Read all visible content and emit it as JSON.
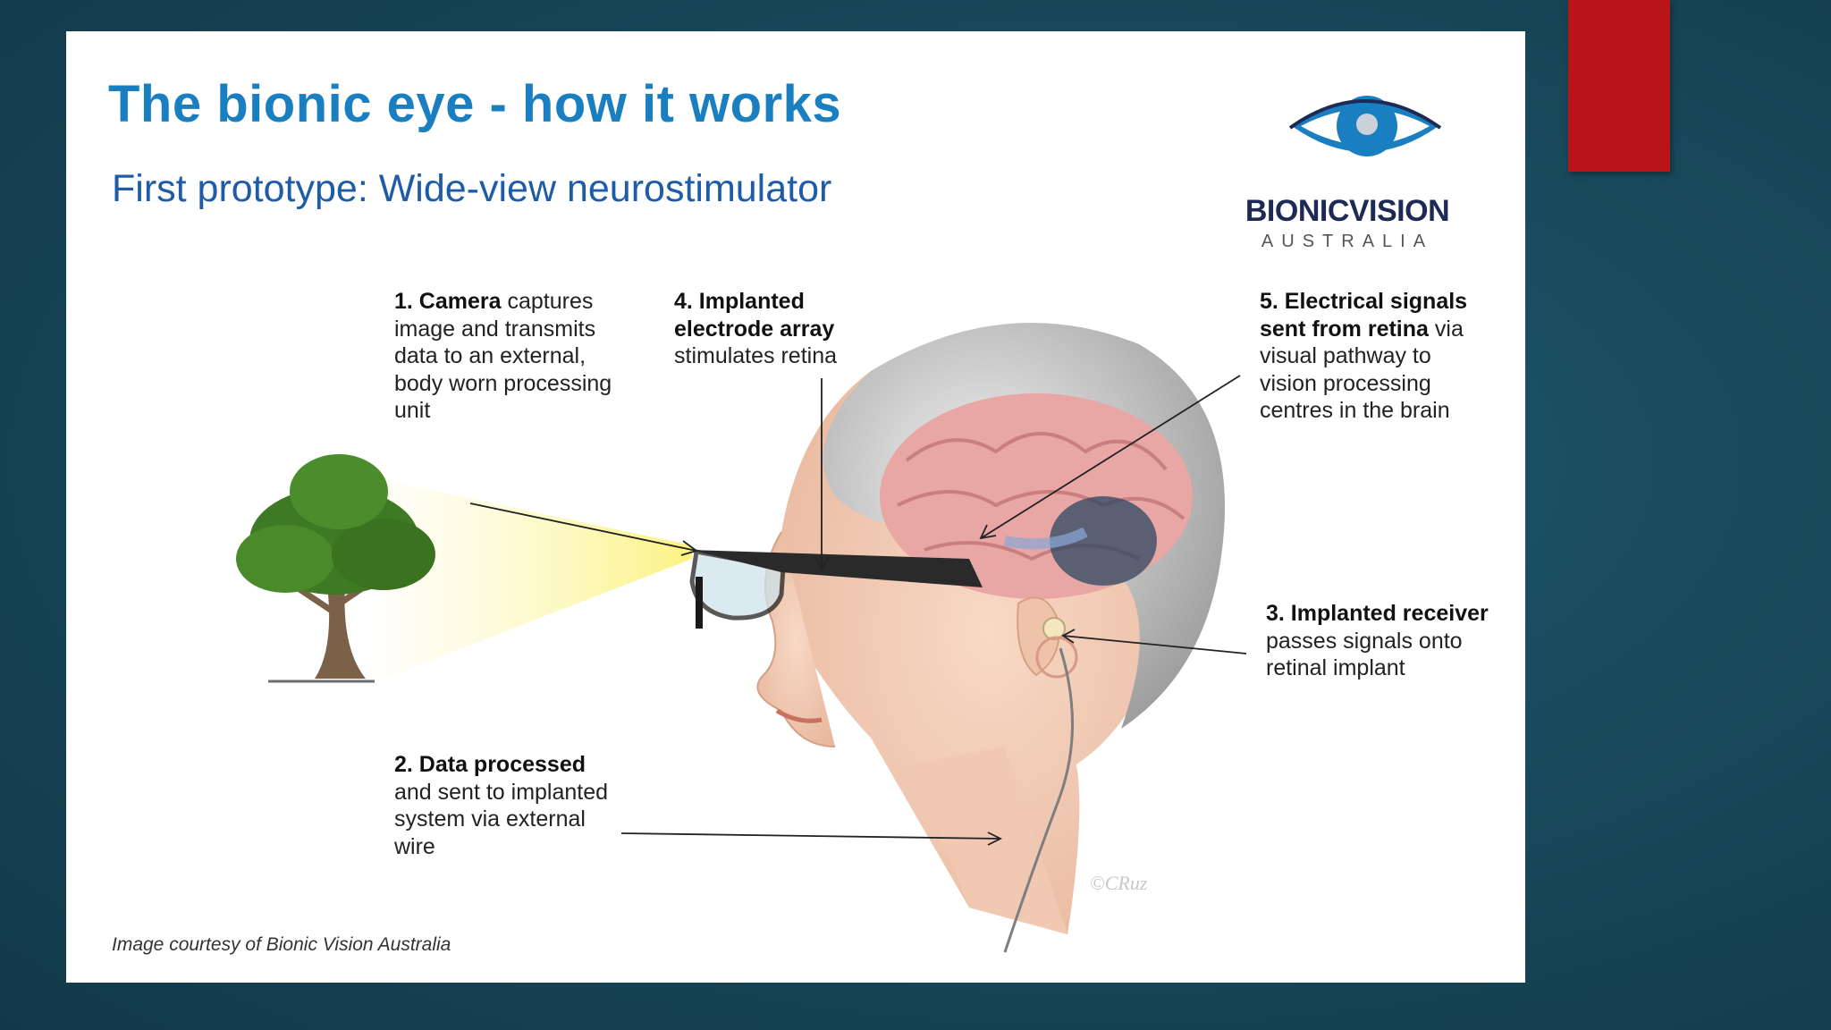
{
  "slide": {
    "title": "The bionic eye - how it works",
    "subtitle": "First prototype: Wide-view neurostimulator",
    "credit": "Image courtesy of Bionic Vision Australia"
  },
  "logo": {
    "name": "BIONICVISION",
    "country": "AUSTRALIA",
    "colors": {
      "eye": "#1a7fc1",
      "text": "#1c2a55"
    }
  },
  "callouts": {
    "camera": {
      "heading": "1. Camera",
      "body": "captures image and transmits data to an external, body worn processing unit"
    },
    "data": {
      "heading": "2. Data processed",
      "body": "and sent to implanted system via external wire"
    },
    "receiver": {
      "heading": "3. Implanted receiver",
      "body": "passes signals onto retinal implant"
    },
    "electrode": {
      "heading": "4. Implanted electrode array",
      "body": "stimulates retina"
    },
    "signals": {
      "heading": "5. Electrical signals sent from retina",
      "body": "via visual pathway to vision processing centres in the brain"
    }
  },
  "illustration": {
    "signature": "©CRuz"
  },
  "colors": {
    "background": "#184a5b",
    "accent_tab": "#b8141a",
    "title": "#1a7fc1",
    "subtitle": "#1f5ca8"
  }
}
